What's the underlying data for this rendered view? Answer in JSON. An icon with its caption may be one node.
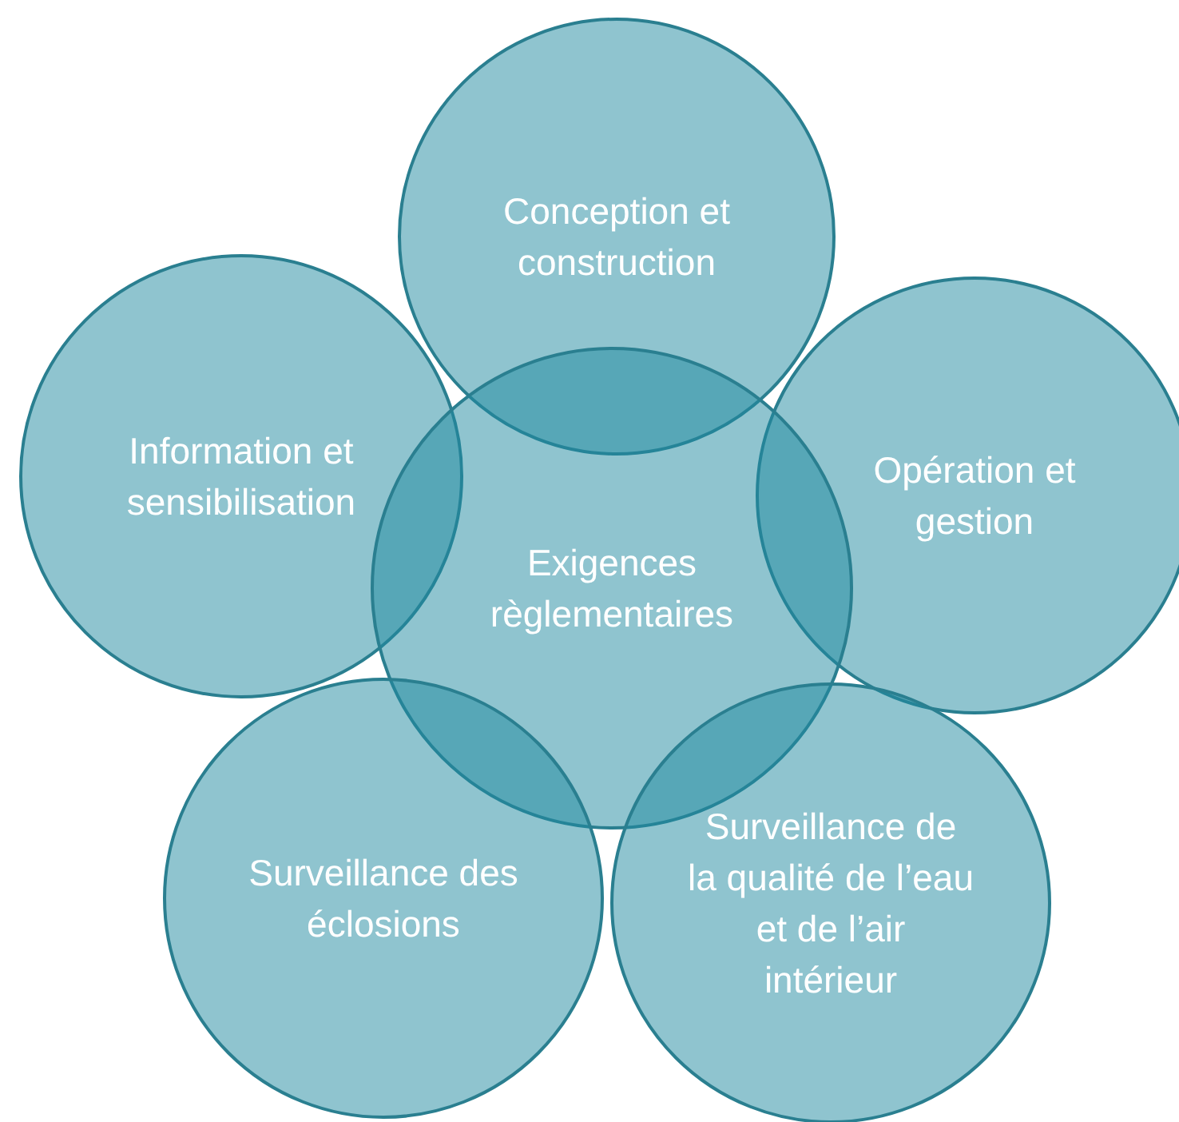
{
  "diagram": {
    "nodes": [
      {
        "text": [
          "Conception et construction"
        ]
      },
      {
        "text": [
          "Information et sensibilisation"
        ]
      },
      {
        "text": [
          "Opération et gestion"
        ]
      },
      {
        "text": [
          "Exigences règlementaires"
        ]
      },
      {
        "text": [
          "Surveillance des éclosions"
        ]
      },
      {
        "text": [
          "Surveillance de la qualité de l’eau et de l’air intérieur"
        ]
      }
    ]
  }
}
